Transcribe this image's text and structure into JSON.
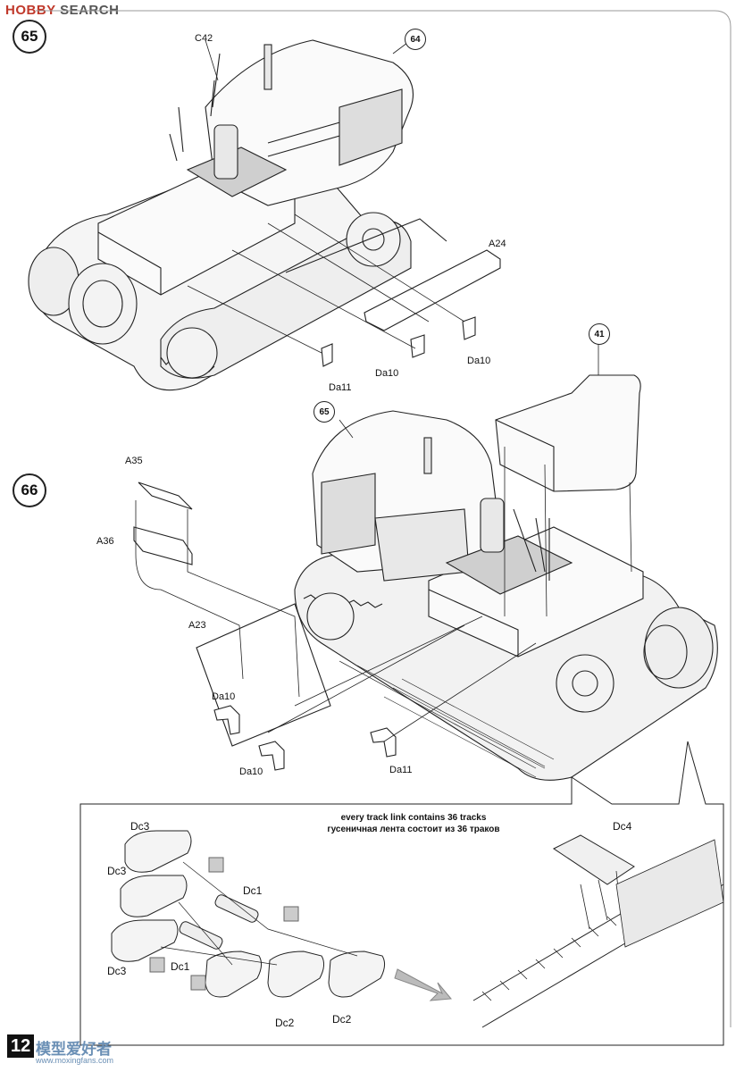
{
  "watermark": {
    "brand_a": "HO",
    "brand_b": "BBY",
    "brand_c": " SEARCH"
  },
  "steps": {
    "s65": "65",
    "s66": "66"
  },
  "refs": {
    "r64": "64",
    "r65": "65",
    "r41": "41"
  },
  "labels": {
    "c42": "C42",
    "a24": "A24",
    "da10a": "Da10",
    "da10b": "Da10",
    "da11a": "Da11",
    "a35": "A35",
    "a36": "A36",
    "a23": "A23",
    "da10c": "Da10",
    "da10d": "Da10",
    "da11b": "Da11",
    "dc3a": "Dc3",
    "dc3b": "Dc3",
    "dc3c": "Dc3",
    "dc1a": "Dc1",
    "dc1b": "Dc1",
    "dc2a": "Dc2",
    "dc2b": "Dc2",
    "dc4": "Dc4"
  },
  "note": {
    "en": "every track link contains 36 tracks",
    "ru": "гусеничная лента состоит из 36 траков"
  },
  "page_number": "12",
  "footer": {
    "cn": "模型爱好者",
    "url": "www.moxingfans.com"
  }
}
